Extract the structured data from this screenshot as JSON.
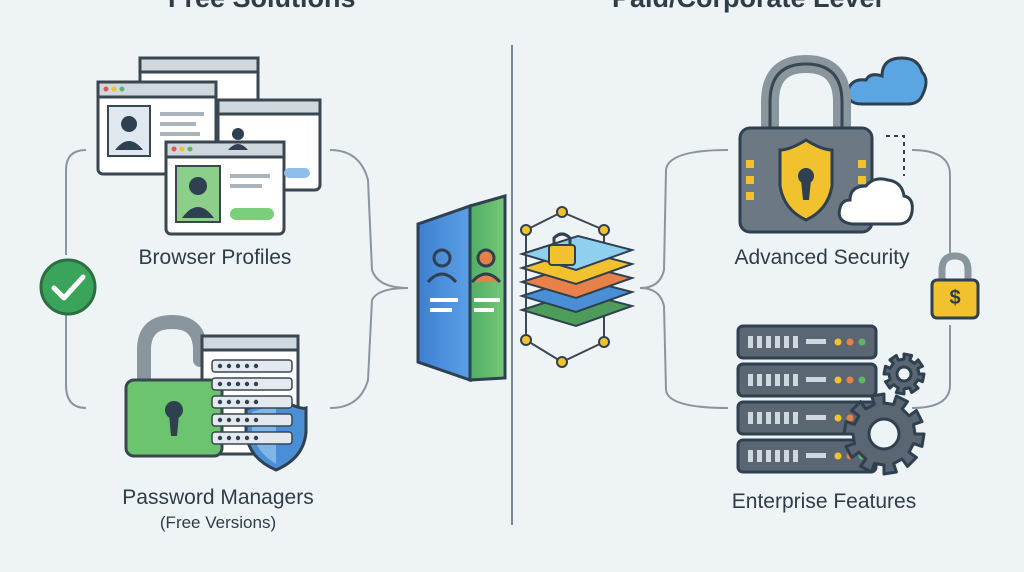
{
  "headings": {
    "left": "Free Solutions",
    "right": "Paid/Corporate Level"
  },
  "nodes": {
    "browser_profiles": "Browser Profiles",
    "password_managers": "Password Managers",
    "password_managers_note": "(Free Versions)",
    "advanced_security": "Advanced Security",
    "enterprise_features": "Enterprise Features"
  },
  "icons": {
    "check": "check-circle-icon",
    "dollar": "$",
    "password_rows": 5
  },
  "colors": {
    "background": "#eef3f5",
    "divider": "#7a8790",
    "green": "#5fb56a",
    "blue": "#4a8fd6",
    "orange": "#e8804a",
    "yellow": "#f2c12e",
    "steel": "#5a6772",
    "check_green": "#3aa55a"
  }
}
